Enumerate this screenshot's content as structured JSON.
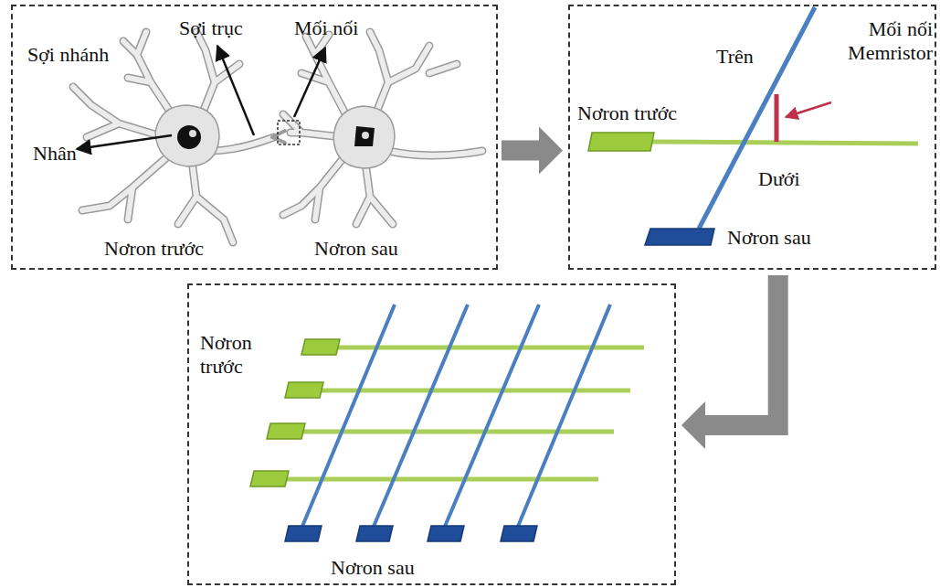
{
  "diagram": {
    "nodes": [
      {
        "text": [
          "Sợi nhánh",
          "Sợi trục",
          "Mối nối",
          "Nhân",
          "Nơron trước",
          "Nơron sau"
        ]
      },
      {
        "text": [
          "Trên",
          "Mối nối Memristor",
          "Nơron trước",
          "Dưới",
          "Nơron sau"
        ]
      },
      {
        "text": [
          "Nơron trước",
          "Nơron sau"
        ]
      }
    ],
    "edges": [
      {
        "from": 0,
        "to": 1,
        "arrow": "to"
      },
      {
        "from": 1,
        "to": 2,
        "arrow": "to"
      }
    ]
  }
}
